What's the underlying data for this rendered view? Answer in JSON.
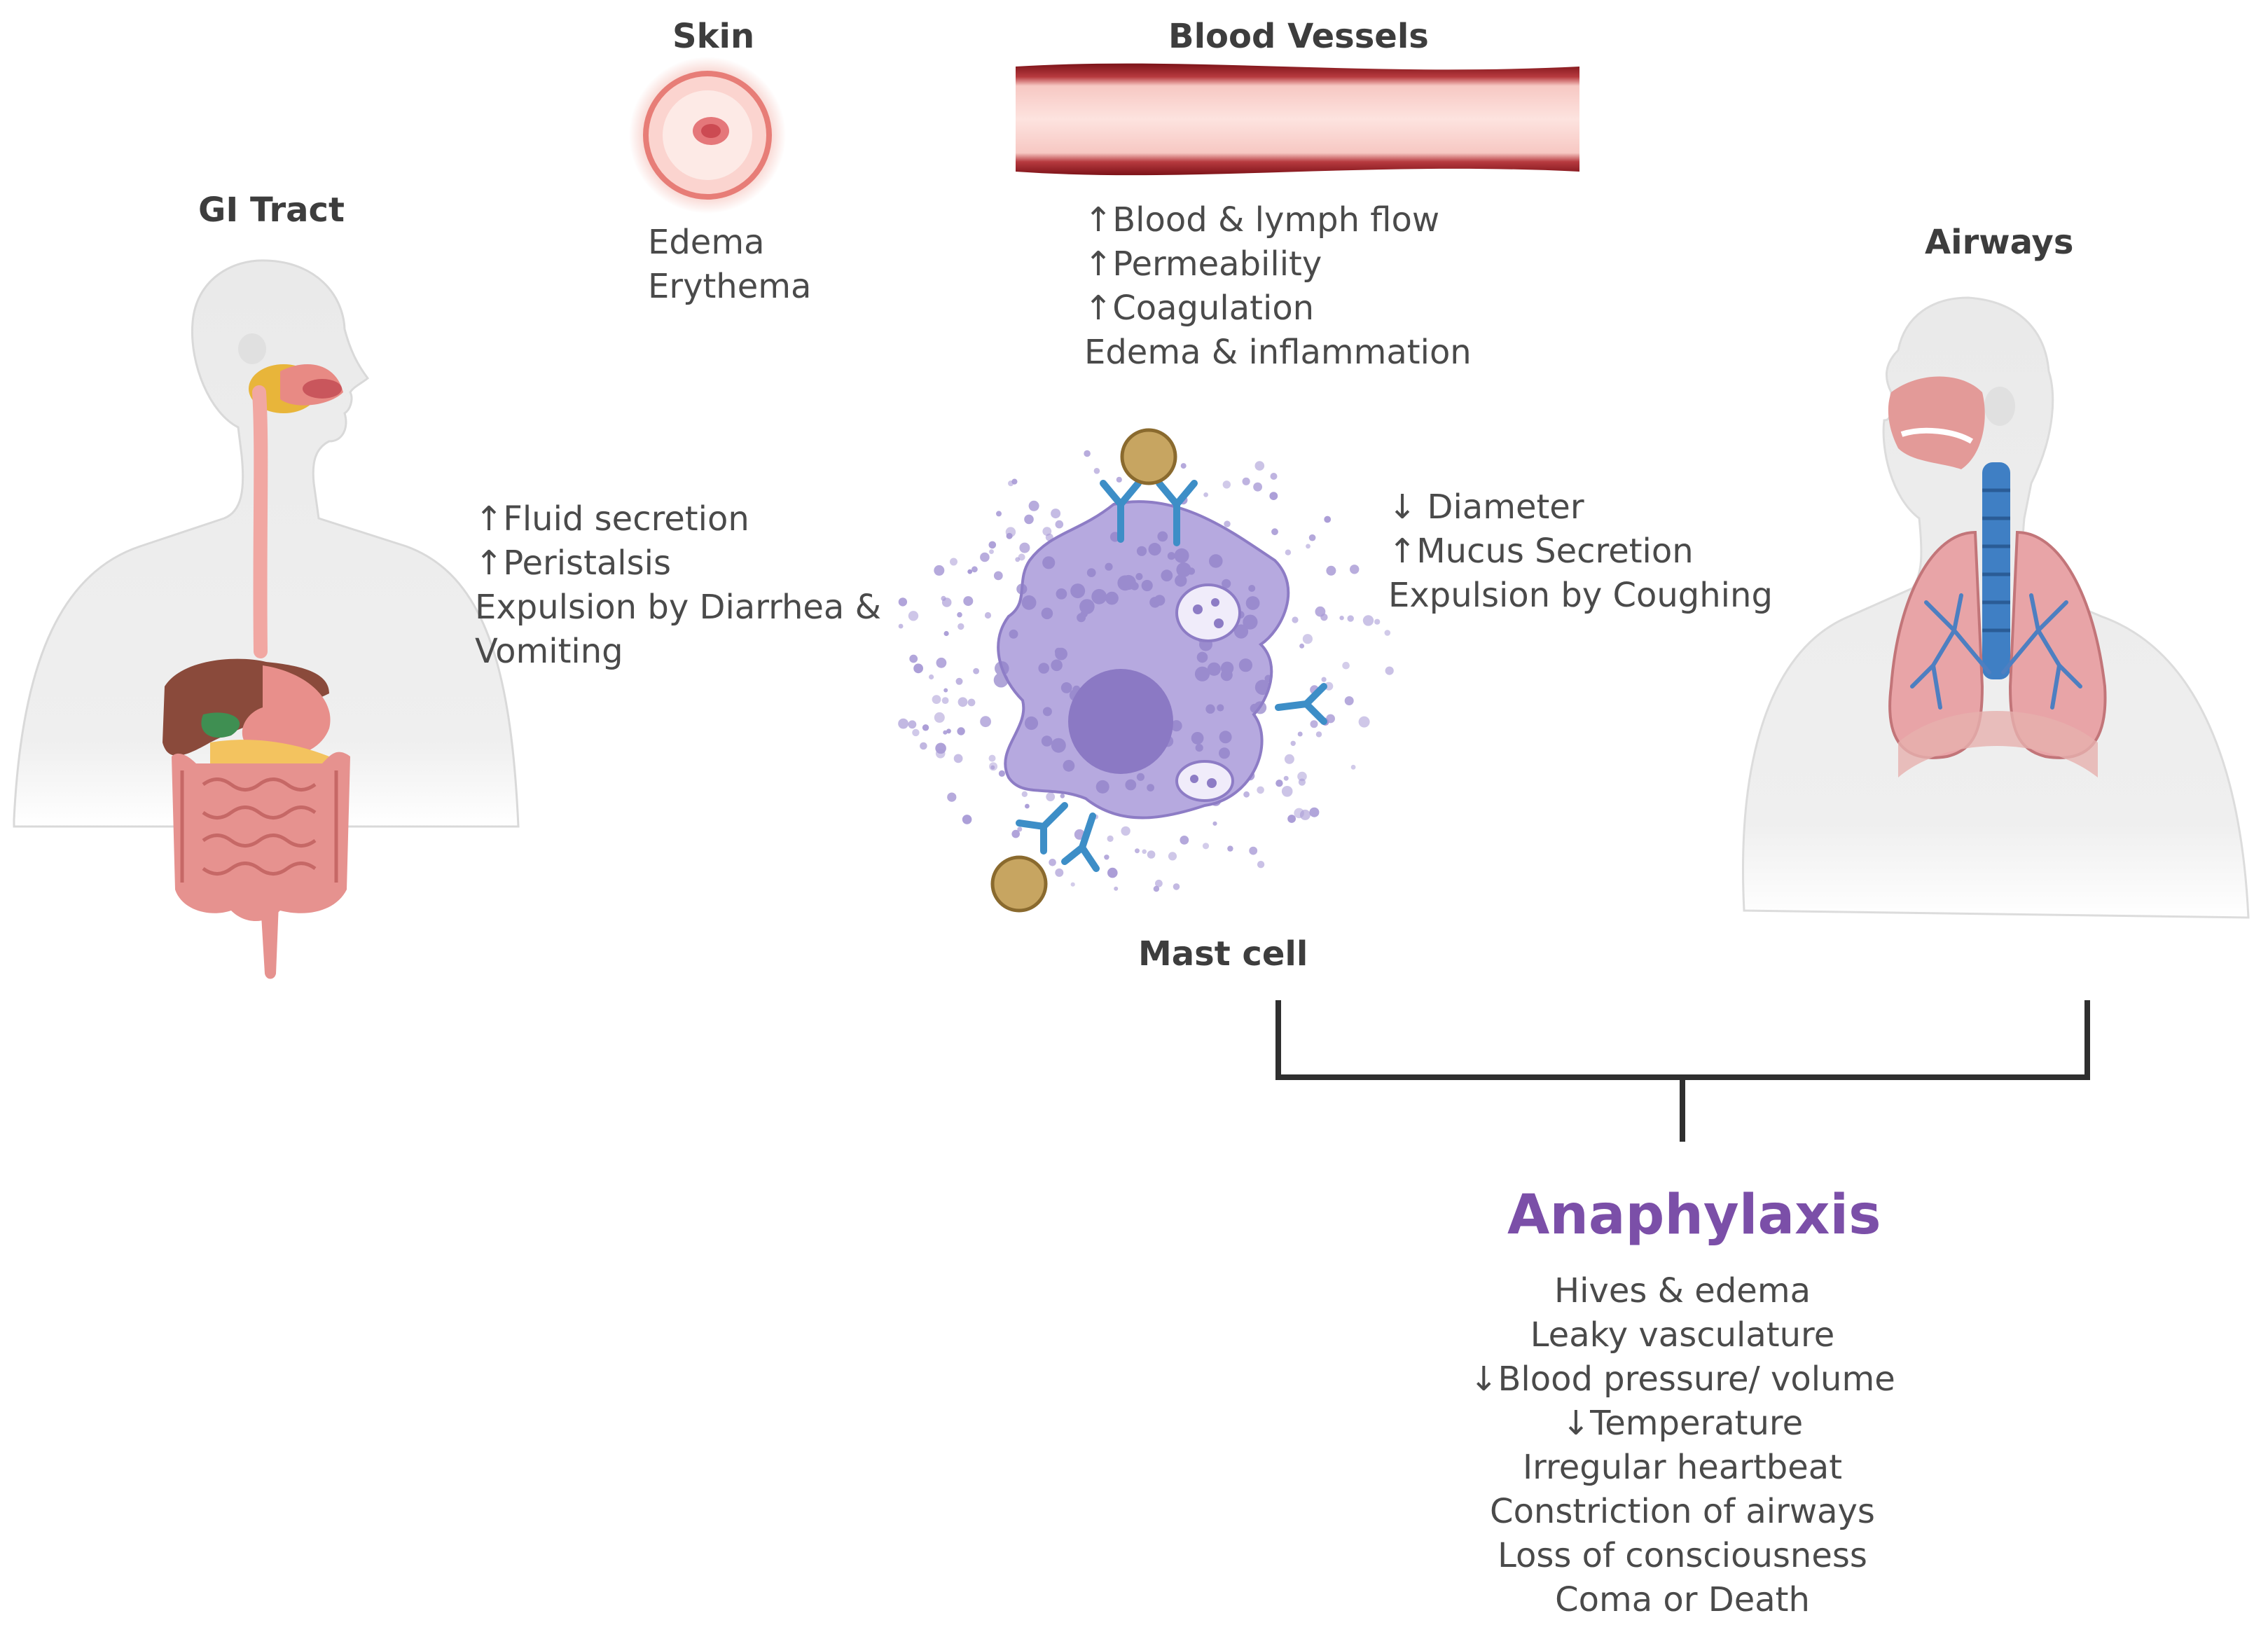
{
  "colors": {
    "accent_purple": "#7b4fa8",
    "text": "#4a4a4a",
    "vessel_red": "#9c1f25",
    "cell_purple": "#a99bd6"
  },
  "labels": {
    "gi_tract": "GI Tract",
    "skin": "Skin",
    "blood_vessels": "Blood Vessels",
    "airways": "Airways",
    "mast_cell": "Mast cell"
  },
  "skin_effects": [
    "Edema",
    "Erythema"
  ],
  "vessel_effects": [
    "↑Blood & lymph flow",
    "↑Permeability",
    "↑Coagulation",
    "Edema & inflammation"
  ],
  "gi_effects": [
    "↑Fluid secretion",
    "↑Peristalsis",
    "Expulsion by Diarrhea &",
    "Vomiting"
  ],
  "airway_effects": [
    "↓ Diameter",
    "↑Mucus Secretion",
    "Expulsion by Coughing"
  ],
  "anaphylaxis": {
    "title": "Anaphylaxis",
    "symptoms": [
      "Hives & edema",
      "Leaky vasculature",
      "↓Blood pressure/ volume",
      "↓Temperature",
      "Irregular heartbeat",
      "Constriction of airways",
      "Loss of consciousness",
      "Coma or Death"
    ]
  }
}
